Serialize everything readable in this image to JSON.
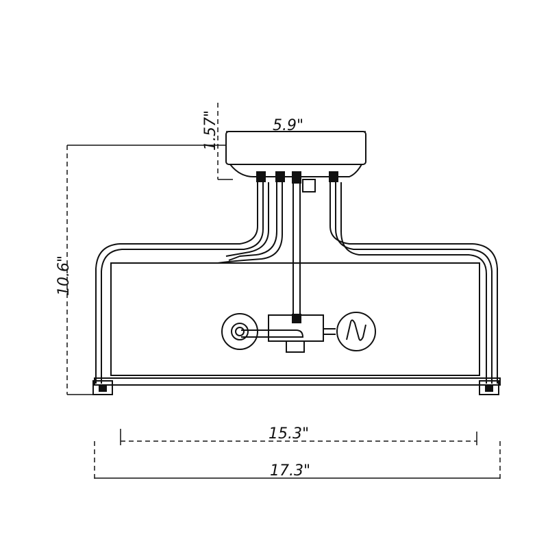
{
  "dimensions": {
    "canopy_height": "1.57\"",
    "canopy_width": "5.9\"",
    "overall_height": "10.6\"",
    "inner_width": "15.3\"",
    "overall_width": "17.3\""
  }
}
